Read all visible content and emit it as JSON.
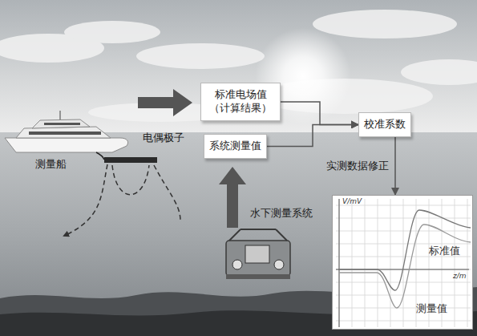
{
  "diagram": {
    "nodes": [
      {
        "text": [
          "标准电场值 （计算结果）"
        ]
      },
      {
        "text": [
          "系统测量值"
        ]
      },
      {
        "text": [
          "校准系数"
        ]
      },
      {
        "text": [
          "V/mV",
          "z/m",
          "标准值",
          "测量值"
        ]
      }
    ],
    "edges": [
      {
        "from": 0,
        "to": 2,
        "arrow": "to"
      },
      {
        "from": 1,
        "to": 2,
        "arrow": "to"
      },
      {
        "from": 2,
        "to": 3,
        "label": "实测数据修正",
        "arrow": "to"
      }
    ],
    "labels": [
      "测量船",
      "电偶极子",
      "水下测量系统"
    ]
  }
}
